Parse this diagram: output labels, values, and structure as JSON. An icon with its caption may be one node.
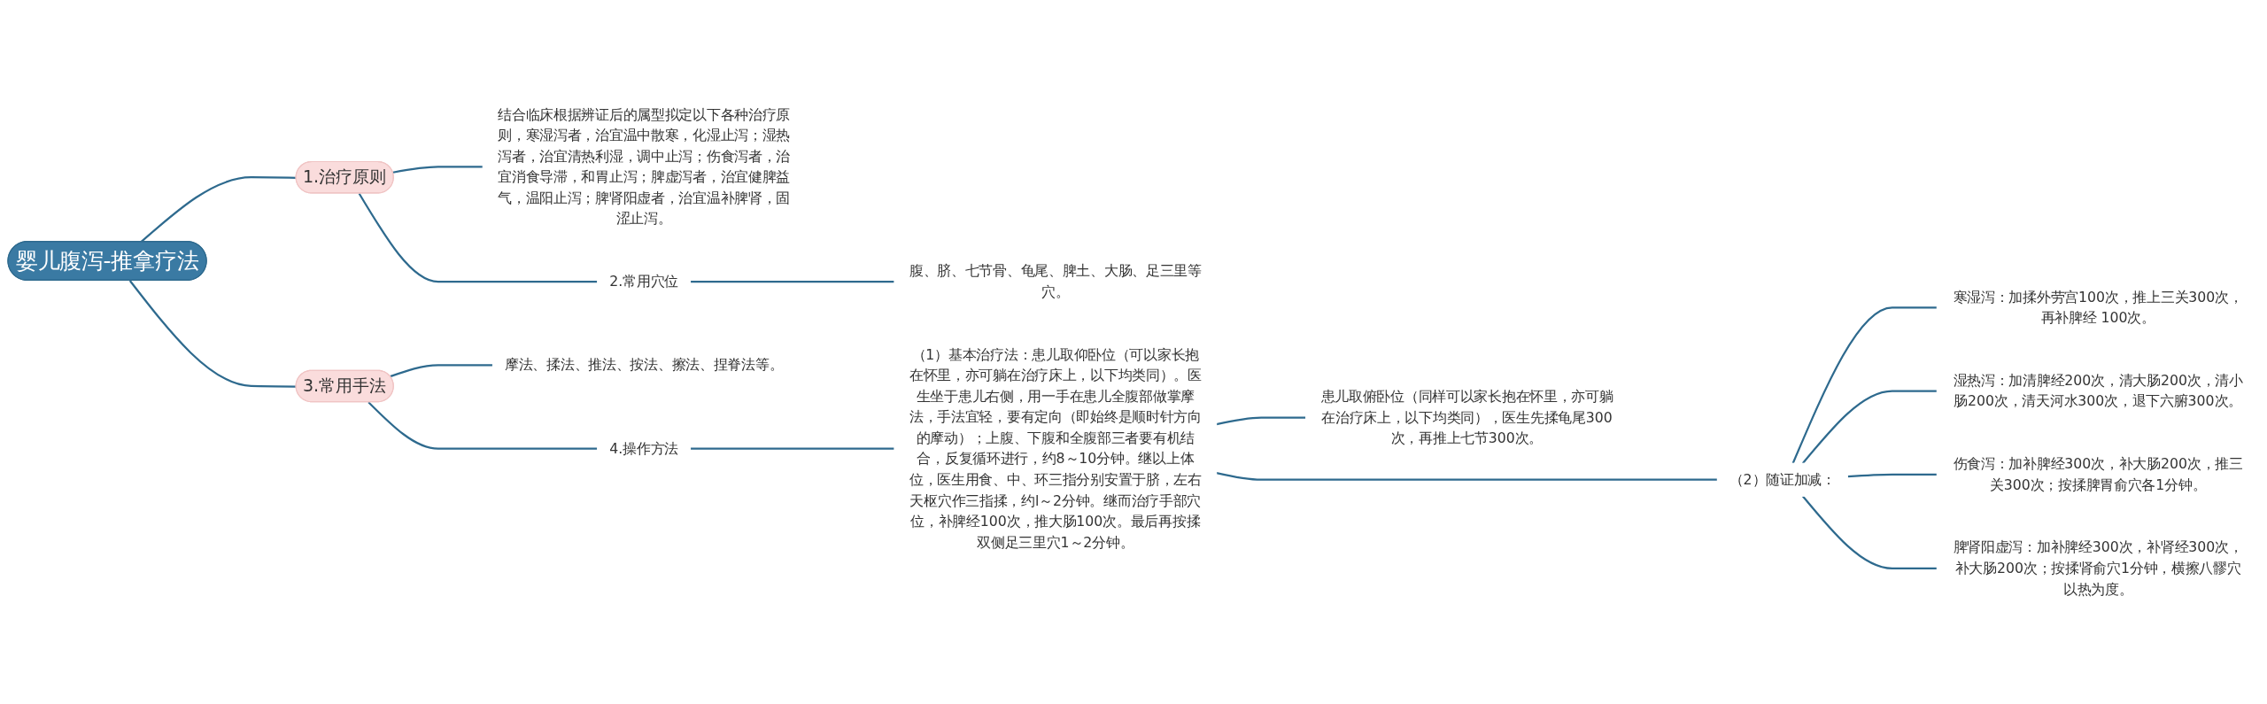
{
  "diagram": {
    "nodes": [
      {
        "text": [
          "婴儿腹泻-推拿疗法"
        ]
      },
      {
        "text": [
          "1.治疗原则"
        ]
      },
      {
        "text": [
          "结合临床根据辨证后的属型拟定以下各种治疗原则，寒湿泻者，治宜温中散寒，化湿止泻；湿热泻者，治宜清热利湿，调中止泻；伤食泻者，治宜消食导滞，和胃止泻；脾虚泻者，治宜健脾益气，温阳止泻；脾肾阳虚者，治宜温补脾肾，固涩止泻。"
        ]
      },
      {
        "text": [
          "2.常用穴位"
        ]
      },
      {
        "text": [
          "腹、脐、七节骨、龟尾、脾土、大肠、足三里等穴。"
        ]
      },
      {
        "text": [
          "3.常用手法"
        ]
      },
      {
        "text": [
          "摩法、揉法、推法、按法、擦法、捏脊法等。"
        ]
      },
      {
        "text": [
          "4.操作方法"
        ]
      },
      {
        "text": [
          "（1）基本治疗法：患儿取仰卧位（可以家长抱在怀里，亦可躺在治疗床上，以下均类同）。医生坐于患儿右侧，用一手在患儿全腹部做掌摩法，手法宜轻，要有定向（即始终是顺时针方向的摩动）；上腹、下腹和全腹部三者要有机结合，反复循环进行，约8～10分钟。继以上体位，医生用食、中、环三指分别安置于脐，左右天枢穴作三指揉，约l～2分钟。继而治疗手部穴位，补脾经100次，推大肠100次。最后再按揉双侧足三里穴1～2分钟。"
        ]
      },
      {
        "text": [
          "患儿取俯卧位（同样可以家长抱在怀里，亦可躺在治疗床上，以下均类同），医生先揉龟尾300次，再推上七节300次。"
        ]
      },
      {
        "text": [
          "（2）随证加减："
        ]
      },
      {
        "text": [
          "寒湿泻：加揉外劳宫100次，推上三关300次，再补脾经 100次。"
        ]
      },
      {
        "text": [
          "湿热泻：加清脾经200次，清大肠200次，清小肠200次，清天河水300次，退下六腑300次。"
        ]
      },
      {
        "text": [
          "伤食泻：加补脾经300次，补大肠200次，推三关300次；按揉脾胃俞穴各1分钟。"
        ]
      },
      {
        "text": [
          "脾肾阳虚泻：加补脾经300次，补肾经300次，补大肠200次；按揉肾俞穴1分钟，横擦八髎穴以热为度。"
        ]
      }
    ],
    "edges": [
      {
        "from": 0,
        "to": 1,
        "arrow": "none"
      },
      {
        "from": 1,
        "to": 2,
        "arrow": "none"
      },
      {
        "from": 1,
        "to": 3,
        "arrow": "none"
      },
      {
        "from": 3,
        "to": 4,
        "arrow": "none"
      },
      {
        "from": 0,
        "to": 5,
        "arrow": "none"
      },
      {
        "from": 5,
        "to": 6,
        "arrow": "none"
      },
      {
        "from": 5,
        "to": 7,
        "arrow": "none"
      },
      {
        "from": 7,
        "to": 8,
        "arrow": "none"
      },
      {
        "from": 8,
        "to": 9,
        "arrow": "none"
      },
      {
        "from": 8,
        "to": 10,
        "arrow": "none"
      },
      {
        "from": 10,
        "to": 11,
        "arrow": "none"
      },
      {
        "from": 10,
        "to": 12,
        "arrow": "none"
      },
      {
        "from": 10,
        "to": 13,
        "arrow": "none"
      },
      {
        "from": 10,
        "to": 14,
        "arrow": "none"
      }
    ]
  }
}
